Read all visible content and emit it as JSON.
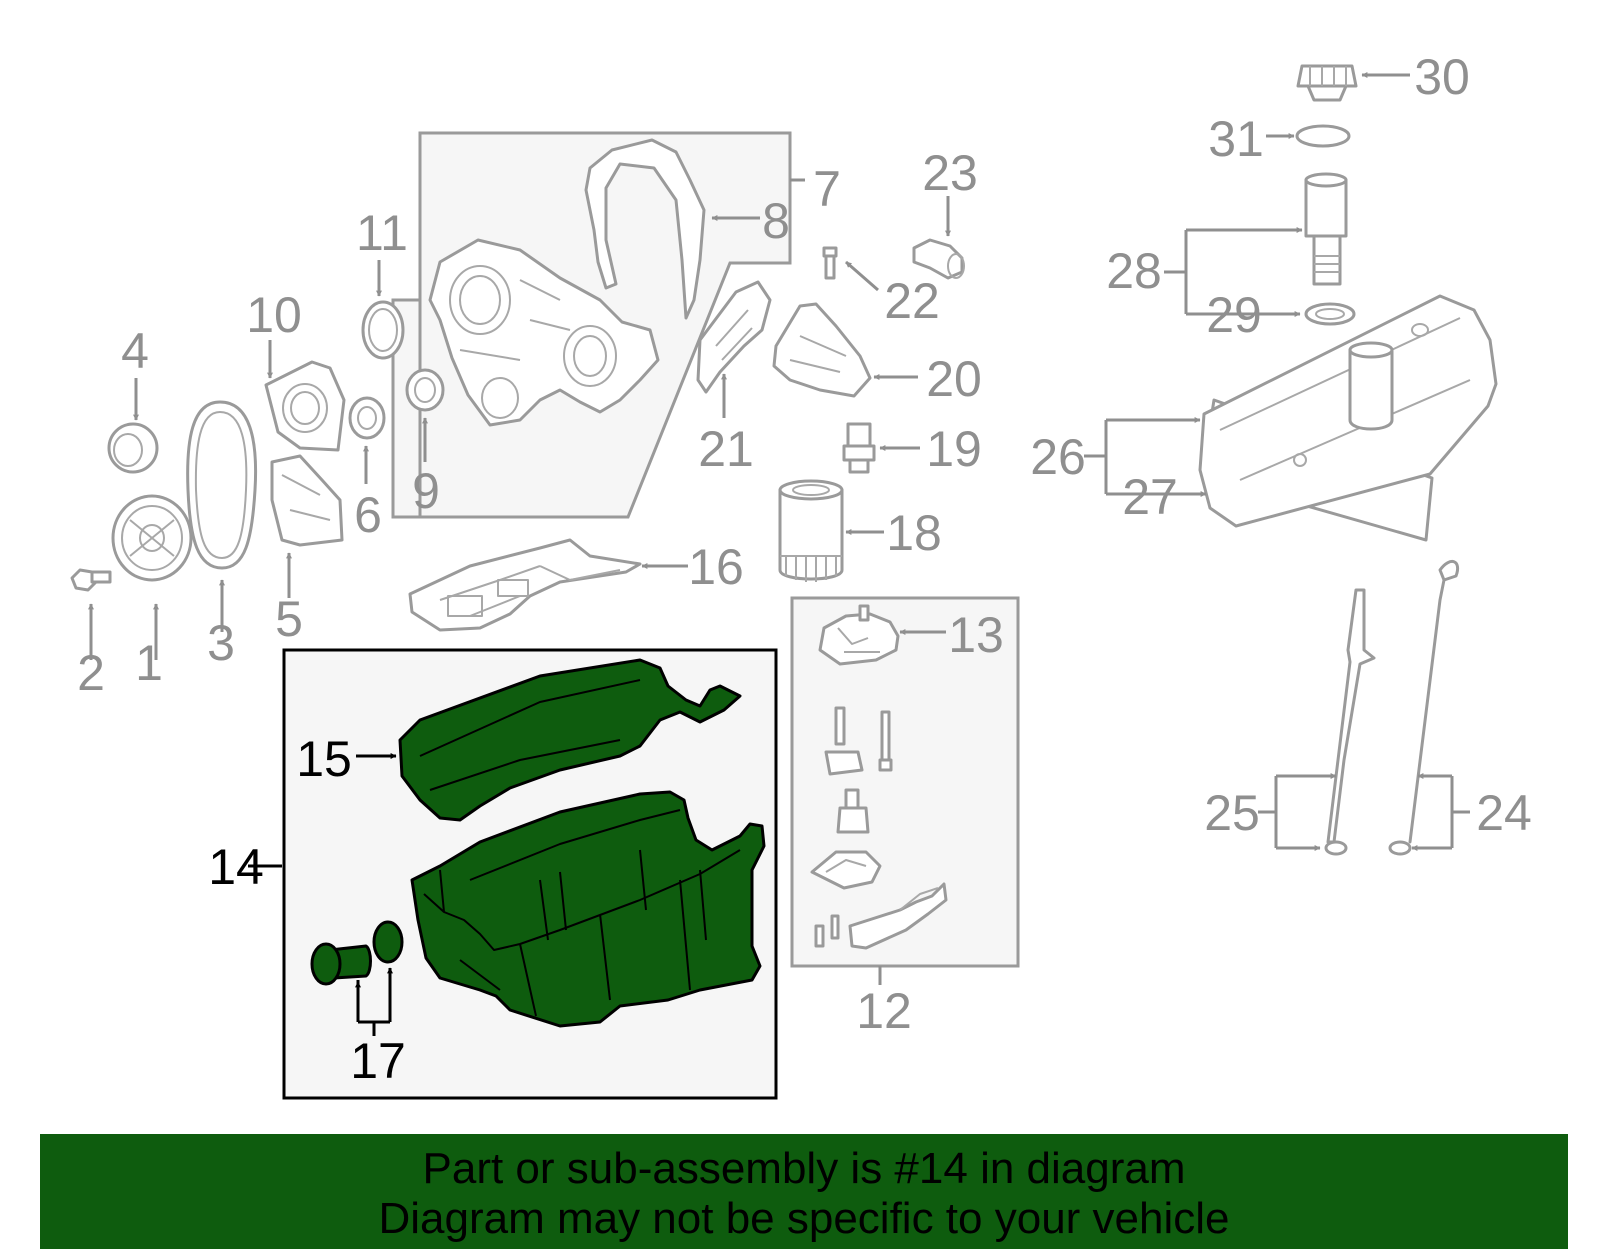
{
  "callouts": {
    "c1": "1",
    "c2": "2",
    "c3": "3",
    "c4": "4",
    "c5": "5",
    "c6": "6",
    "c7": "7",
    "c8": "8",
    "c9": "9",
    "c10": "10",
    "c11": "11",
    "c12": "12",
    "c13": "13",
    "c14": "14",
    "c15": "15",
    "c16": "16",
    "c17": "17",
    "c18": "18",
    "c19": "19",
    "c20": "20",
    "c21": "21",
    "c22": "22",
    "c23": "23",
    "c24": "24",
    "c25": "25",
    "c26": "26",
    "c27": "27",
    "c28": "28",
    "c29": "29",
    "c30": "30",
    "c31": "31"
  },
  "highlight": {
    "part": "14",
    "color": "#0e5c0e"
  },
  "banner": {
    "line1": "Part or sub-assembly is #14 in diagram",
    "line2": "Diagram may not be specific to your vehicle"
  }
}
